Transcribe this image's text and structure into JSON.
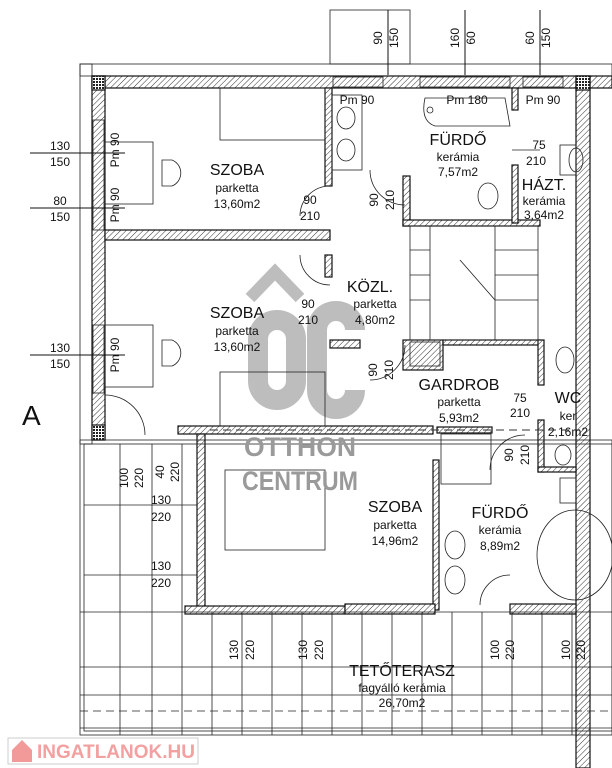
{
  "rooms": {
    "szoba1": {
      "name": "SZOBA",
      "floor": "parketta",
      "area": "13,60m2"
    },
    "szoba2": {
      "name": "SZOBA",
      "floor": "parketta",
      "area": "13,60m2"
    },
    "kozl": {
      "name": "KÖZL.",
      "floor": "parketta",
      "area": "4,80m2"
    },
    "furdo1": {
      "name": "FÜRDŐ",
      "floor": "kerámia",
      "area": "7,57m2"
    },
    "hazt": {
      "name": "HÁZT.",
      "floor": "kerámia",
      "area": "3,64m2"
    },
    "gardrob": {
      "name": "GARDROB",
      "floor": "parketta",
      "area": "5,93m2"
    },
    "wc": {
      "name": "WC",
      "floor": "ker",
      "area": "2,16m2"
    },
    "szoba3": {
      "name": "SZOBA",
      "floor": "parketta",
      "area": "14,96m2"
    },
    "furdo2": {
      "name": "FÜRDŐ",
      "floor": "kerámia",
      "area": "8,89m2"
    },
    "terasz": {
      "name": "TETŐTERASZ",
      "floor": "fagyálló kerámia",
      "area": "26,70m2"
    }
  },
  "windows_left": [
    [
      "130",
      "150"
    ],
    [
      "80",
      "150"
    ],
    [
      "130",
      "150"
    ]
  ],
  "windows_top": [
    [
      "90",
      "150"
    ],
    [
      "160",
      "60"
    ],
    [
      "60",
      "150"
    ]
  ],
  "doors": [
    [
      "90",
      "210"
    ],
    [
      "90",
      "210"
    ],
    [
      "90",
      "210"
    ],
    [
      "75",
      "210"
    ],
    [
      "90",
      "210"
    ],
    [
      "75",
      "210"
    ],
    [
      "90",
      "210"
    ]
  ],
  "terrace_dims": [
    [
      "100",
      "220"
    ],
    [
      "40",
      "220"
    ],
    [
      "130",
      "220"
    ],
    [
      "130",
      "220"
    ],
    [
      "130",
      "220"
    ],
    [
      "130",
      "220"
    ],
    [
      "100",
      "220"
    ],
    [
      "100",
      "220"
    ]
  ],
  "parapets": [
    "Pm 90",
    "Pm 180",
    "Pm 90",
    "Pm 90",
    "Pm 90",
    "Pm 90"
  ],
  "section_marker": "A",
  "watermark": {
    "logo": "ÔC",
    "line1": "OTTHON",
    "line2": "CENTRUM"
  },
  "site_logo": "INGATLANOK.HU"
}
